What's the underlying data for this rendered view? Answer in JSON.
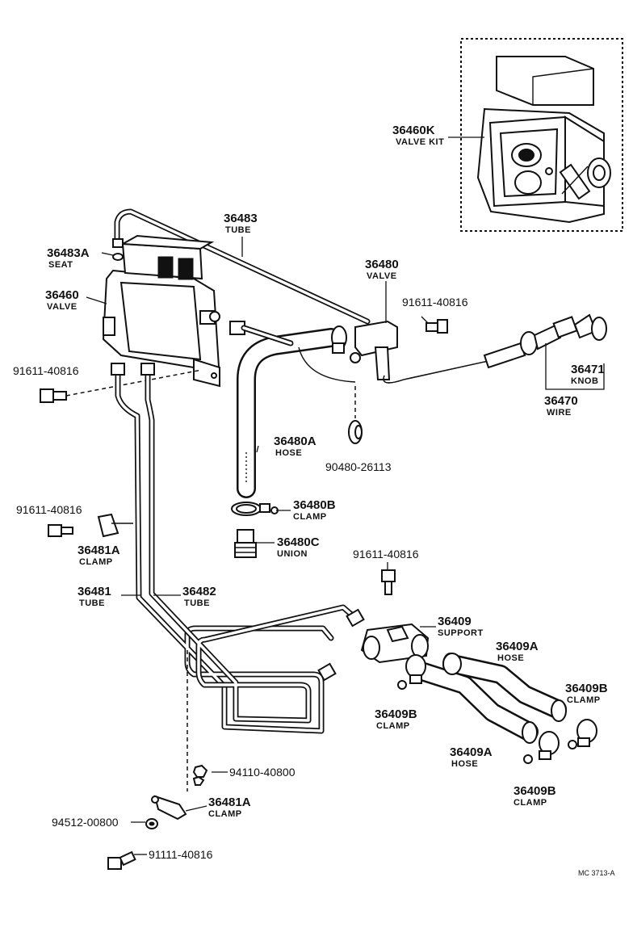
{
  "parts": {
    "valve_kit": {
      "number": "36460K",
      "name": "VALVE KIT"
    },
    "tube_36483": {
      "number": "36483",
      "name": "TUBE"
    },
    "seat": {
      "number": "36483A",
      "name": "SEAT"
    },
    "valve_36460": {
      "number": "36460",
      "name": "VALVE"
    },
    "valve_36480": {
      "number": "36480",
      "name": "VALVE"
    },
    "bolt_top_right": {
      "number": "91611-40816"
    },
    "bolt_left": {
      "number": "91611-40816"
    },
    "knob": {
      "number": "36471",
      "name": "KNOB"
    },
    "wire": {
      "number": "36470",
      "name": "WIRE"
    },
    "hose_36480a": {
      "number": "36480A",
      "name": "HOSE"
    },
    "grommet": {
      "number": "90480-26113"
    },
    "bolt_mid_left": {
      "number": "91611-40816"
    },
    "clamp_36480b": {
      "number": "36480B",
      "name": "CLAMP"
    },
    "clamp_36481a_upper": {
      "number": "36481A",
      "name": "CLAMP"
    },
    "union": {
      "number": "36480C",
      "name": "UNION"
    },
    "bolt_center": {
      "number": "91611-40816"
    },
    "tube_36481": {
      "number": "36481",
      "name": "TUBE"
    },
    "tube_36482": {
      "number": "36482",
      "name": "TUBE"
    },
    "support": {
      "number": "36409",
      "name": "SUPPORT"
    },
    "hose_36409a_upper": {
      "number": "36409A",
      "name": "HOSE"
    },
    "clamp_36409b_left": {
      "number": "36409B",
      "name": "CLAMP"
    },
    "clamp_36409b_right": {
      "number": "36409B",
      "name": "CLAMP"
    },
    "hose_36409a_lower": {
      "number": "36409A",
      "name": "HOSE"
    },
    "clamp_36409b_bottom": {
      "number": "36409B",
      "name": "CLAMP"
    },
    "nut": {
      "number": "94110-40800"
    },
    "clamp_36481a_lower": {
      "number": "36481A",
      "name": "CLAMP"
    },
    "washer": {
      "number": "94512-00800"
    },
    "bolt_bottom": {
      "number": "91111-40816"
    }
  },
  "figure_code": "MC 3713-A"
}
